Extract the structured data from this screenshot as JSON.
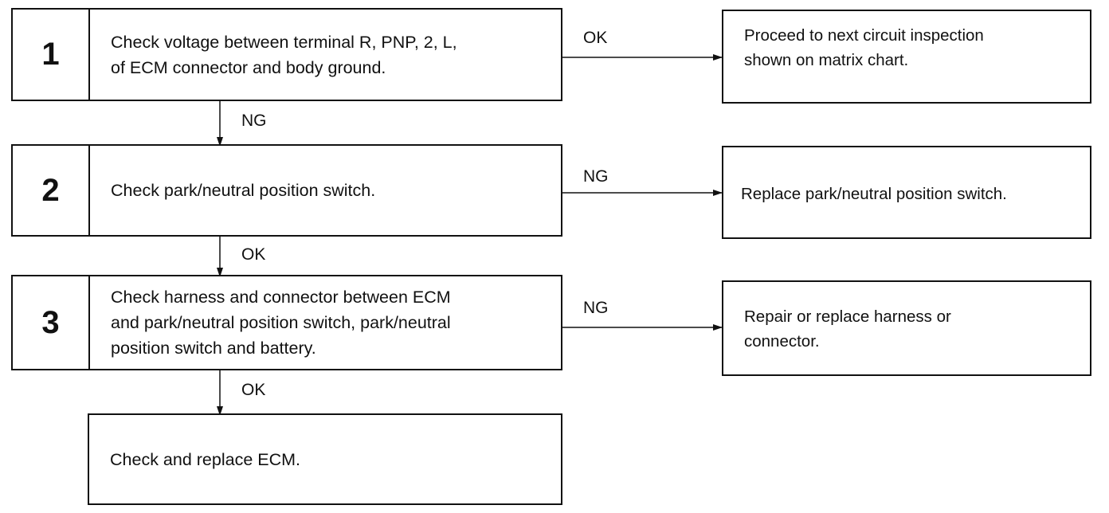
{
  "steps": [
    {
      "number": "1",
      "lines": [
        "Check voltage between terminal R, PNP, 2, L,",
        "of ECM connector and body ground."
      ]
    },
    {
      "number": "2",
      "lines": [
        "Check park/neutral position switch."
      ]
    },
    {
      "number": "3",
      "lines": [
        "Check harness and connector between ECM",
        "and park/neutral position switch, park/neutral",
        "position switch and battery."
      ]
    }
  ],
  "final_step": {
    "lines": [
      "Check and replace ECM."
    ]
  },
  "results": [
    {
      "label": "OK",
      "lines": [
        "Proceed to next circuit inspection",
        "shown on matrix chart."
      ]
    },
    {
      "label": "NG",
      "lines": [
        "Replace park/neutral position switch."
      ]
    },
    {
      "label": "NG",
      "lines": [
        "Repair or replace harness or",
        "connector."
      ]
    }
  ],
  "down_labels": [
    "NG",
    "OK",
    "OK"
  ]
}
